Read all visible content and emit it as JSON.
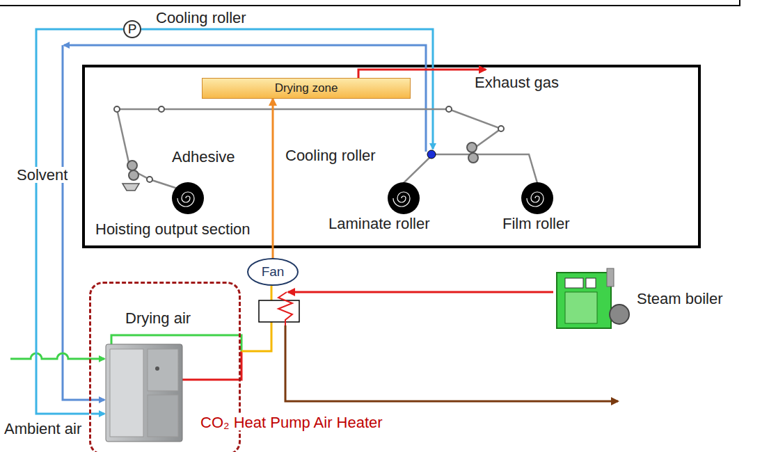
{
  "diagram": {
    "nodes": [
      {
        "text": [
          "P"
        ]
      },
      {
        "text": [
          "Drying zone"
        ]
      },
      {
        "text": [
          "Fan"
        ]
      },
      {
        "text": [
          "CO₂ Heat Pump Air Heater"
        ]
      },
      {
        "text": [
          "Steam boiler"
        ]
      }
    ],
    "edges": [
      {
        "from": 2,
        "to": 1,
        "arrow": "to"
      },
      {
        "from": 3,
        "to": 0,
        "arrow": "none"
      }
    ],
    "labels": [
      "Cooling roller",
      "Exhaust gas",
      "Adhesive",
      "Cooling roller",
      "Solvent",
      "Hoisting output section",
      "Laminate roller",
      "Film roller",
      "Drying air",
      "Ambient air"
    ]
  }
}
